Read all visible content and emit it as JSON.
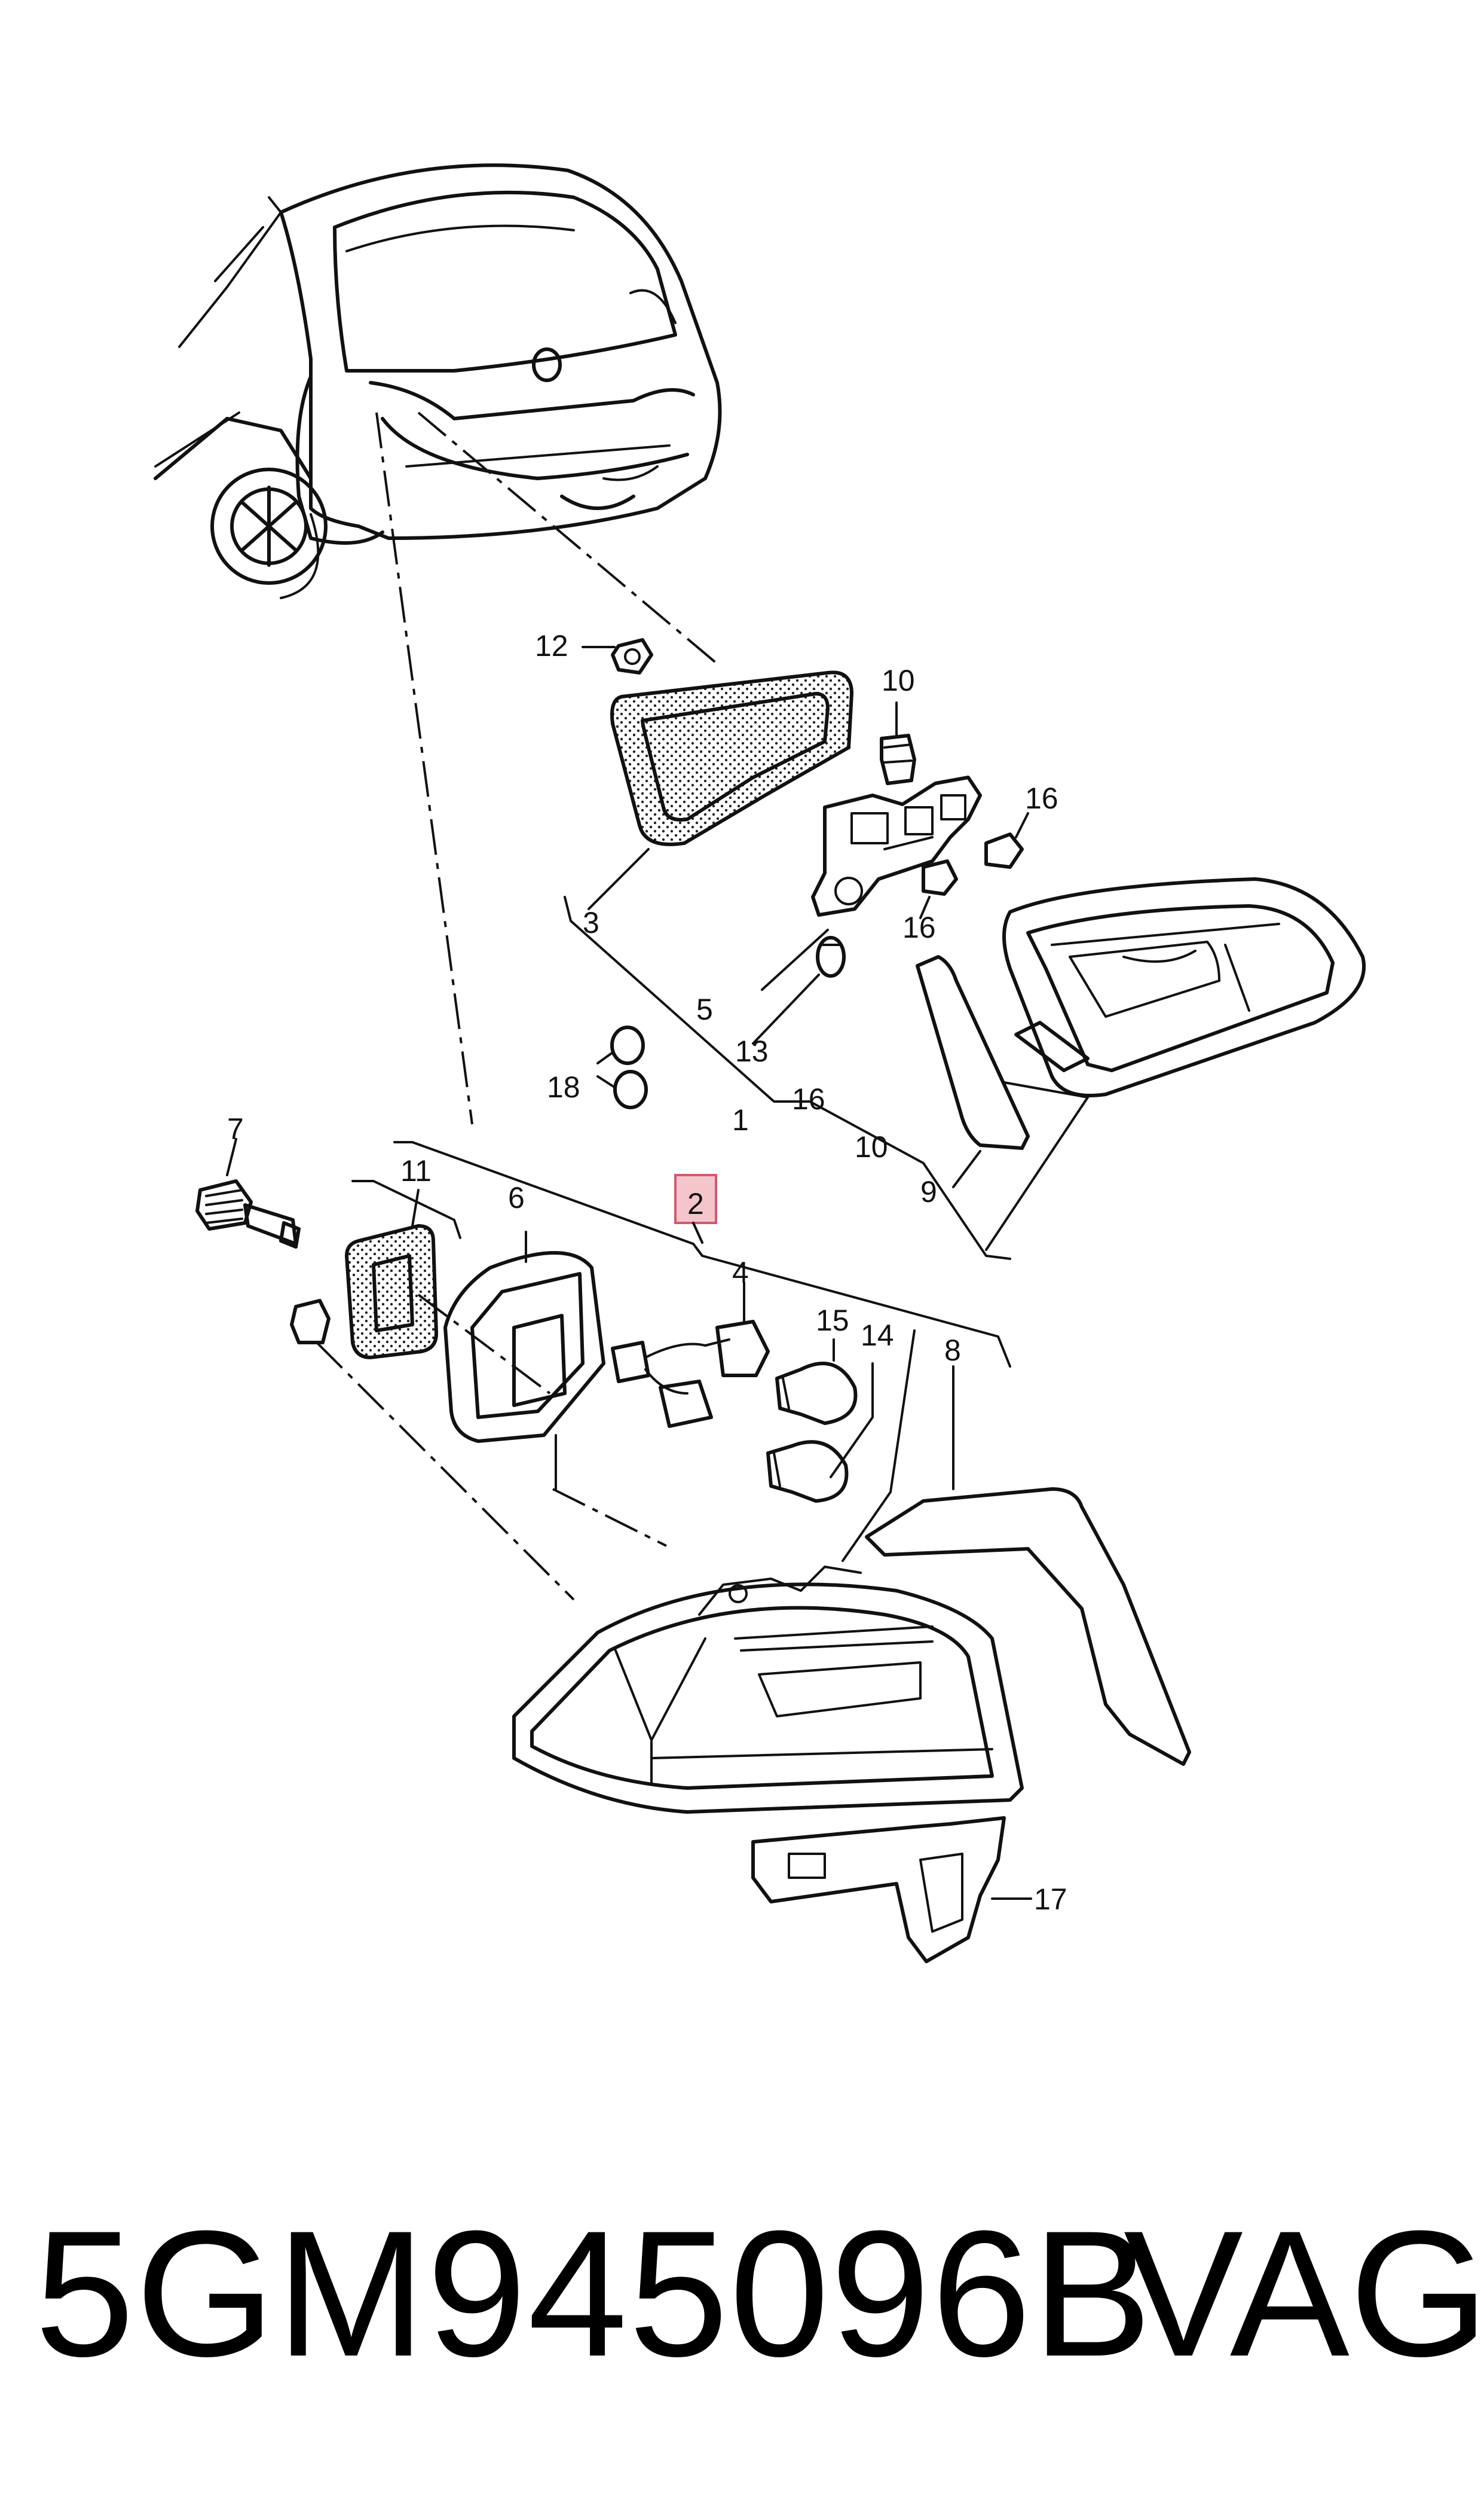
{
  "callouts": {
    "c1": "1",
    "c2": "2",
    "c3": "3",
    "c4": "4",
    "c5": "5",
    "c6": "6",
    "c7": "7",
    "c8": "8",
    "c9": "9",
    "c10a": "10",
    "c10b": "10",
    "c11": "11",
    "c12": "12",
    "c13": "13",
    "c14": "14",
    "c15": "15",
    "c16a": "16",
    "c16b": "16",
    "c16c": "16",
    "c17": "17",
    "c18": "18"
  },
  "highlight_color": "#f4c6cc",
  "footer": {
    "part_number": "5GM945096B",
    "brand": "VAG"
  }
}
